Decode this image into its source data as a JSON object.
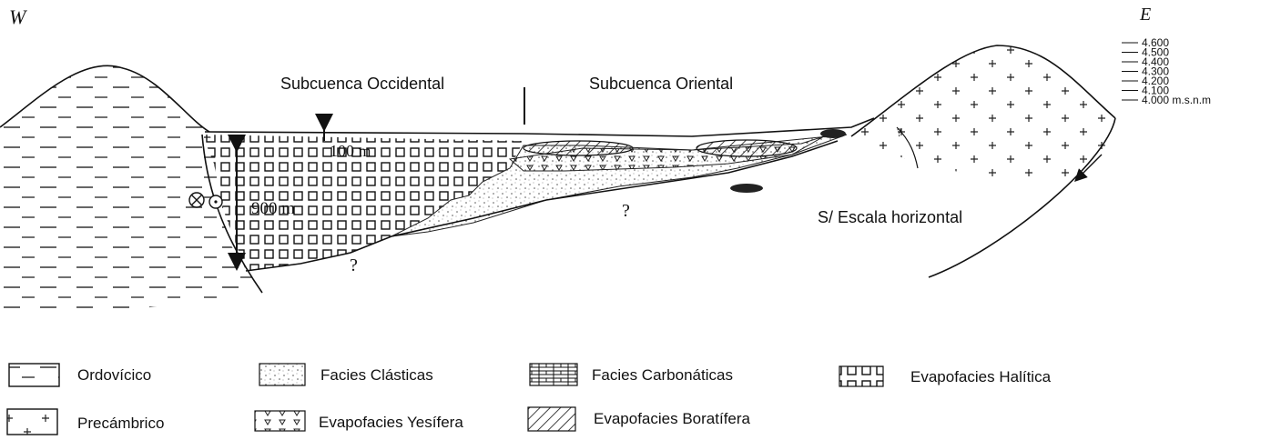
{
  "orientation": {
    "west": "W",
    "east": "E"
  },
  "subbasins": {
    "west": "Subcuenca Occidental",
    "east": "Subcuenca Oriental"
  },
  "thickness": {
    "upper": "100 m",
    "total": "900 m"
  },
  "unknown_marker": "?",
  "scale_note": "S/ Escala horizontal",
  "elevation_scale": [
    "4.600",
    "4.500",
    "4.400",
    "4.300",
    "4.200",
    "4.100",
    "4.000 m.s.n.m"
  ],
  "legend": [
    {
      "label": "Ordovícico",
      "pattern": "dashes"
    },
    {
      "label": "Facies Clásticas",
      "pattern": "stipple"
    },
    {
      "label": "Facies Carbonáticas",
      "pattern": "bricks"
    },
    {
      "label": "Evapofacies Halítica",
      "pattern": "squares"
    },
    {
      "label": "Precámbrico",
      "pattern": "crosses"
    },
    {
      "label": "Evapofacies Yesífera",
      "pattern": "triangles"
    },
    {
      "label": "Evapofacies Boratífera",
      "pattern": "hatch"
    }
  ]
}
